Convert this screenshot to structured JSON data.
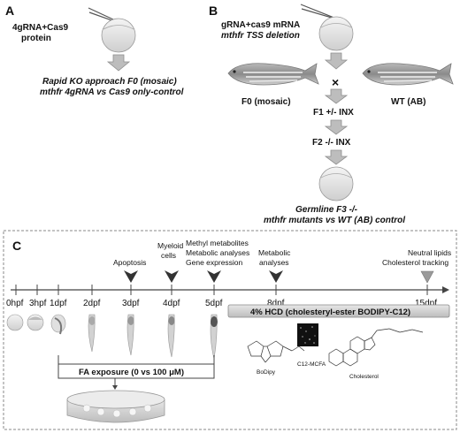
{
  "panel_a": {
    "letter": "A",
    "injection_line1": "4gRNA+Cas9",
    "injection_line2": "protein",
    "approach_line1": "Rapid KO approach F0 (mosaic)",
    "approach_line2": "mthfr 4gRNA vs Cas9 only-control"
  },
  "panel_b": {
    "letter": "B",
    "injection_line1": "gRNA+cas9 mRNA",
    "injection_line2": "mthfr TSS deletion",
    "fish_left_label": "F0 (mosaic)",
    "fish_right_label": "WT (AB)",
    "cross_symbol": "×",
    "f1_label": "F1 +/- INX",
    "f2_label": "F2 -/- INX",
    "result_line1": "Germline F3 -/-",
    "result_line2": "mthfr mutants vs WT (AB) control"
  },
  "panel_c": {
    "letter": "C",
    "timepoints": [
      "0hpf",
      "3hpf",
      "1dpf",
      "2dpf",
      "3dpf",
      "4dpf",
      "5dpf",
      "8dpf",
      "15dpf"
    ],
    "events": {
      "apoptosis": "Apoptosis",
      "myeloid_line1": "Myeloid",
      "myeloid_line2": "cells",
      "methyl_line1": "Methyl metabolites",
      "methyl_line2": "Metabolic analyses",
      "methyl_line3": "Gene expression",
      "metabolic_line1": "Metabolic",
      "metabolic_line2": "analyses",
      "neutral_line1": "Neutral lipids",
      "neutral_line2": "Cholesterol tracking"
    },
    "hcd_bar": "4% HCD (cholesteryl-ester BODIPY-C12)",
    "fa_box": "FA exposure  (0 vs 100 μM)",
    "chem_labels": {
      "bodipy": "BoDipy",
      "mcfa": "C12-MCFA",
      "cholesterol": "Cholesterol"
    }
  }
}
